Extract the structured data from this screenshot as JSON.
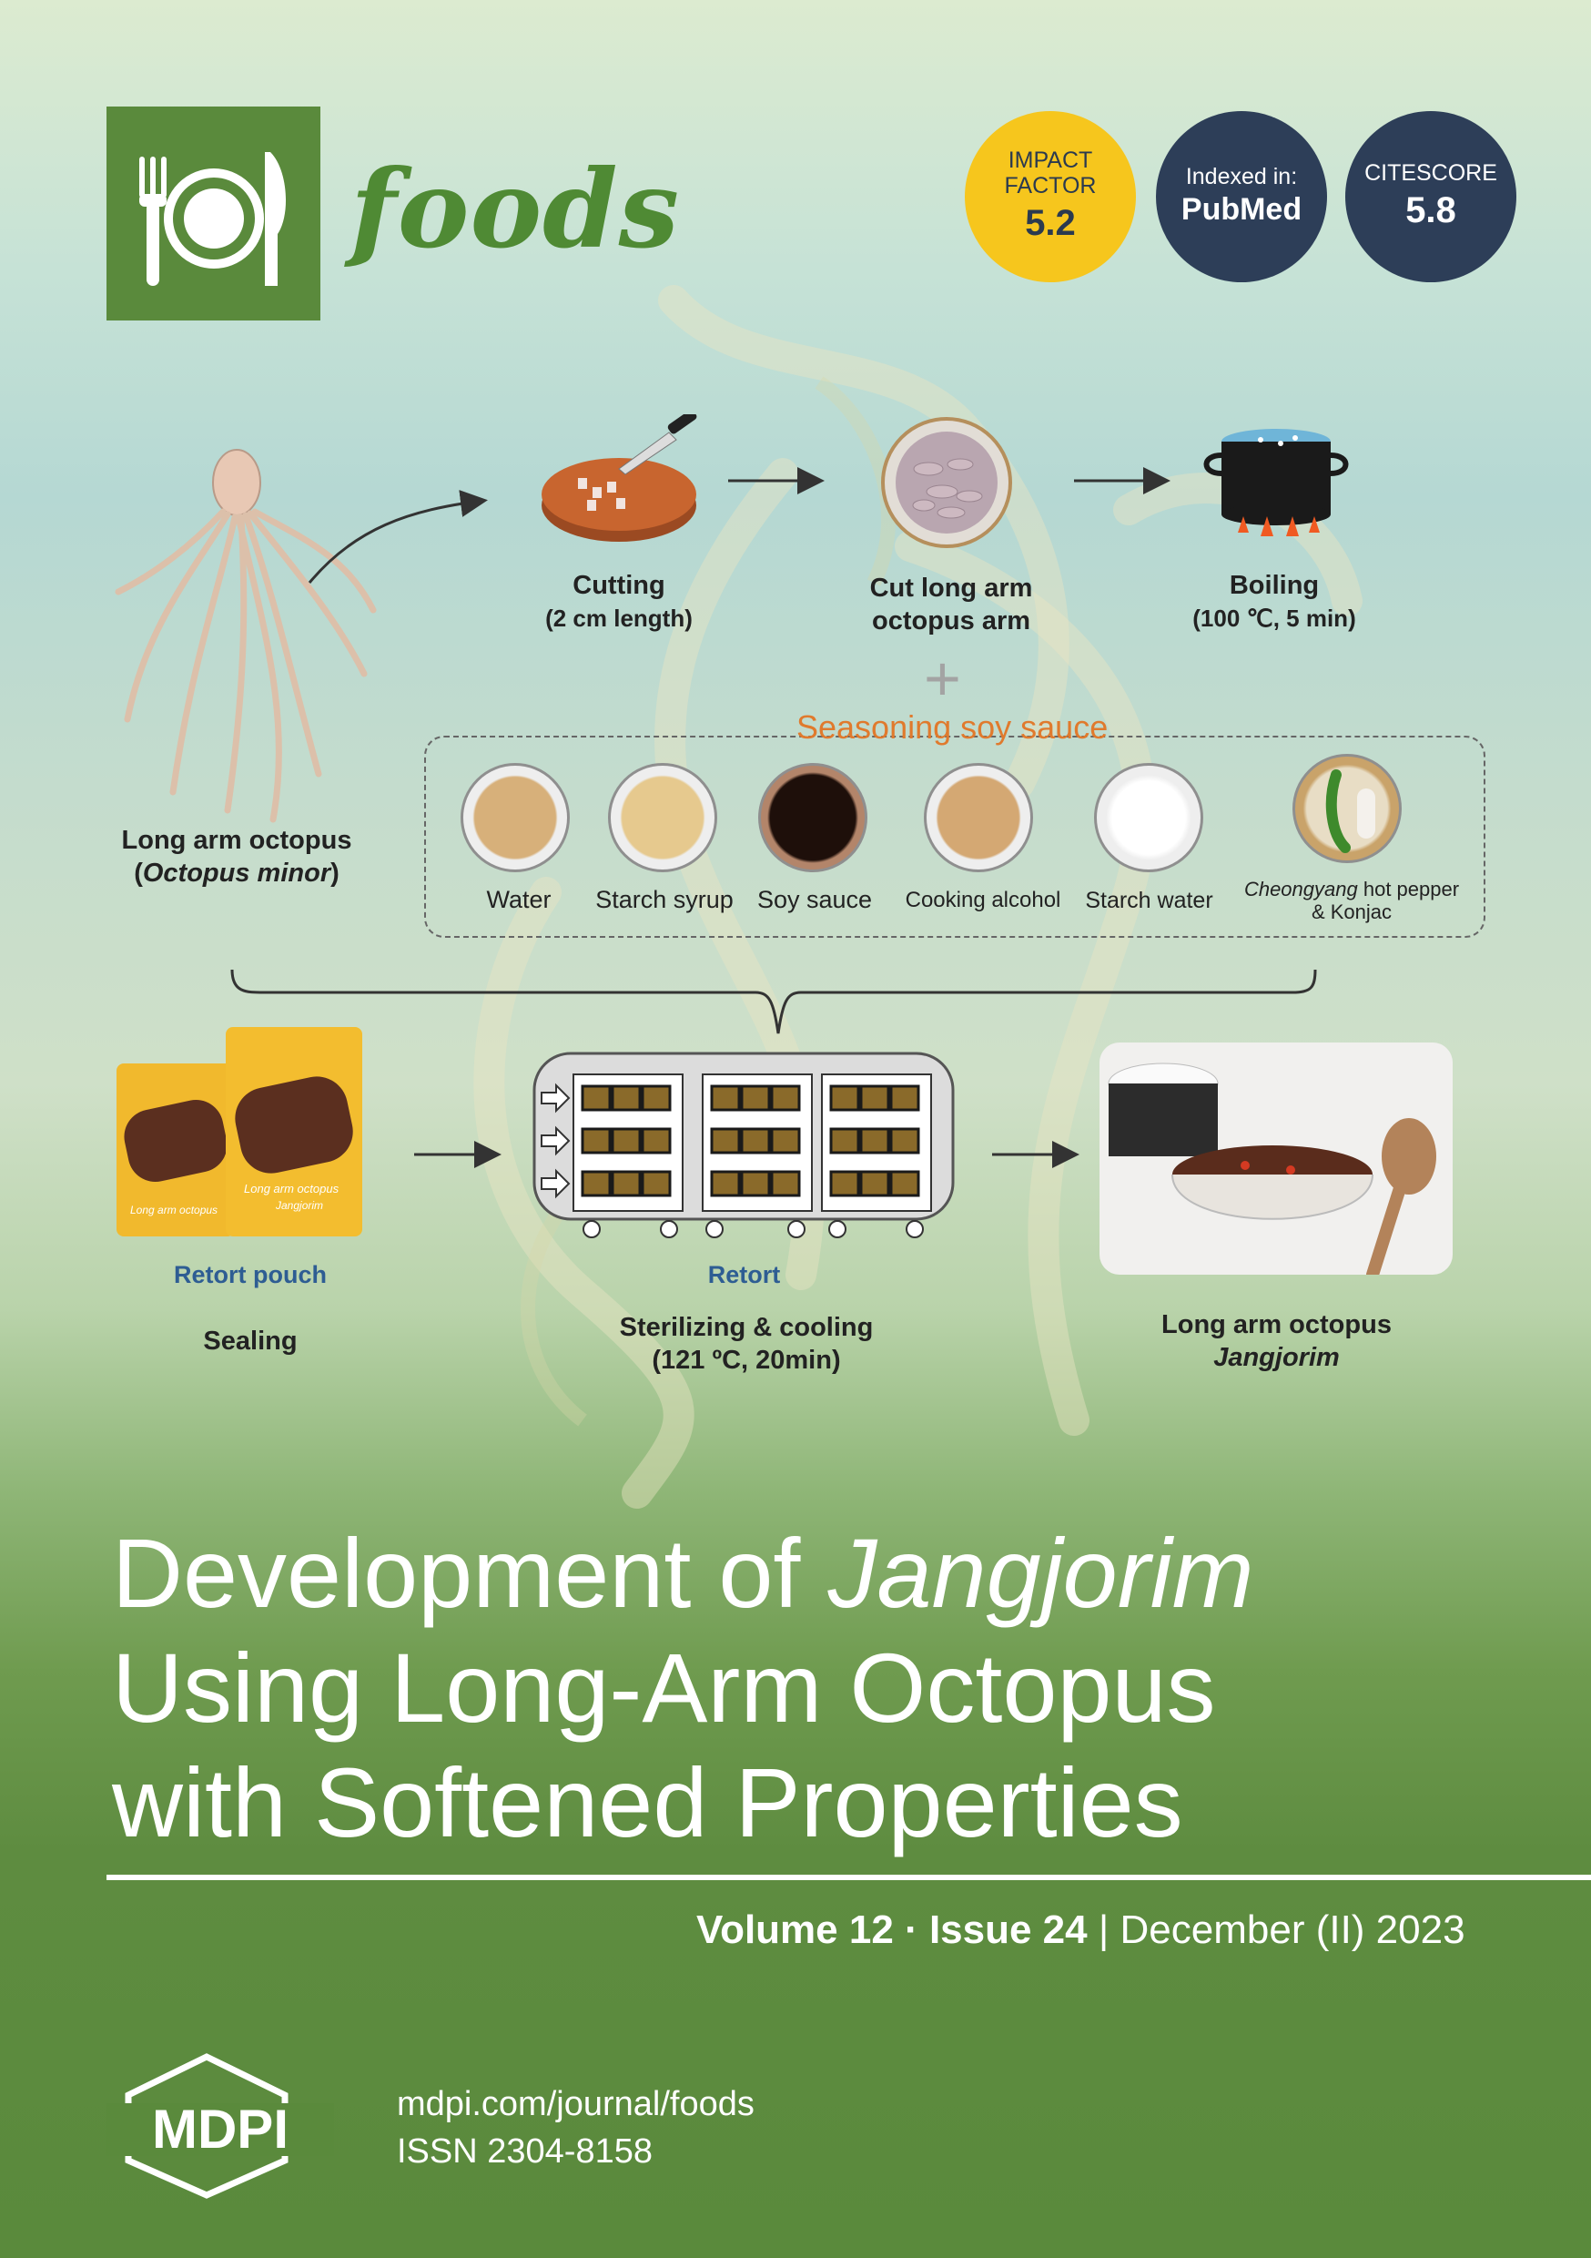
{
  "header": {
    "journal_name": "foods",
    "badges": {
      "impact_factor": {
        "line1": "IMPACT",
        "line2": "FACTOR",
        "value": "5.2"
      },
      "pubmed": {
        "label": "Indexed in:",
        "value": "PubMed"
      },
      "citescore": {
        "label": "CITESCORE",
        "value": "5.8"
      }
    }
  },
  "graphic": {
    "octopus": {
      "line1": "Long arm octopus",
      "line2_open": "(",
      "line2_italic": "Octopus minor",
      "line2_close": ")"
    },
    "cutting": {
      "title": "Cutting",
      "detail": "(2 cm length)"
    },
    "cut_arm": {
      "line1": "Cut long arm",
      "line2": "octopus arm"
    },
    "boiling": {
      "title": "Boiling",
      "detail": "(100 ℃, 5 min)"
    },
    "plus": "+",
    "seasoning_title": "Seasoning soy sauce",
    "ingredients": [
      "Water",
      "Starch syrup",
      "Soy sauce",
      "Cooking alcohol",
      "Starch water"
    ],
    "pepper": {
      "italic": "Cheongyang",
      "rest": " hot pepper",
      "line2": "& Konjac"
    },
    "pouch": {
      "label": "Retort pouch",
      "step": "Sealing",
      "package_text": "Long arm octopus",
      "package_sub": "Jangjorim"
    },
    "retort": {
      "label": "Retort",
      "step": "Sterilizing & cooling",
      "detail": "(121 ºC, 20min)"
    },
    "result": {
      "line1": "Long arm octopus",
      "line2": "Jangjorim"
    }
  },
  "article": {
    "title_part1": "Development of ",
    "title_italic": "Jangjorim",
    "title_line2": "Using Long-Arm Octopus",
    "title_line3": "with Softened Properties"
  },
  "issue": {
    "volume": "Volume 12",
    "separator": " · ",
    "issue_no": "Issue 24",
    "bar": " | ",
    "date": "December (II) 2023"
  },
  "footer": {
    "publisher": "MDPI",
    "url": "mdpi.com/journal/foods",
    "issn": "ISSN 2304-8158"
  },
  "colors": {
    "brand_green": "#5a8a3c",
    "if_yellow": "#f6c61d",
    "badge_navy": "#2d3e58",
    "seasoning_orange": "#e07a2d",
    "retort_blue": "#2e5d93"
  }
}
